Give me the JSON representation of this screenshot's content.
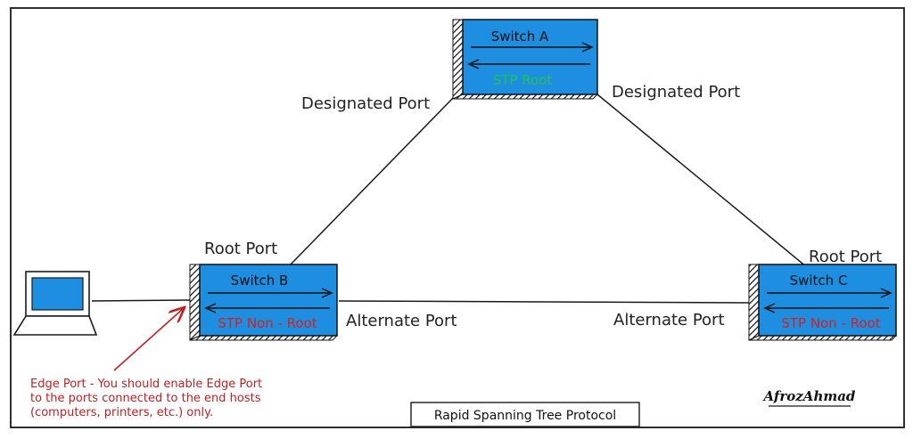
{
  "diagram": {
    "caption": "Rapid Spanning Tree Protocol",
    "signature": "AfrozAhmad",
    "colors": {
      "switch_fill": "#1e8fe0",
      "root_text": "#22c25a",
      "nonroot_text": "#d42020",
      "note_text": "#c02020",
      "line": "#1a1a1a"
    },
    "switches": {
      "a": {
        "name": "Switch A",
        "role": "STP Root"
      },
      "b": {
        "name": "Switch B",
        "role": "STP Non - Root"
      },
      "c": {
        "name": "Switch C",
        "role": "STP Non - Root"
      }
    },
    "ports": {
      "a_left": "Designated Port",
      "a_right": "Designated Port",
      "b_root": "Root Port",
      "c_root": "Root Port",
      "b_alt": "Alternate Port",
      "c_alt": "Alternate Port"
    },
    "edge_note": {
      "lines": [
        "Edge Port - You should enable Edge Port",
        "to the ports connected to the end hosts",
        "(computers, printers, etc.) only."
      ]
    },
    "laptop_icon": "laptop-icon"
  }
}
